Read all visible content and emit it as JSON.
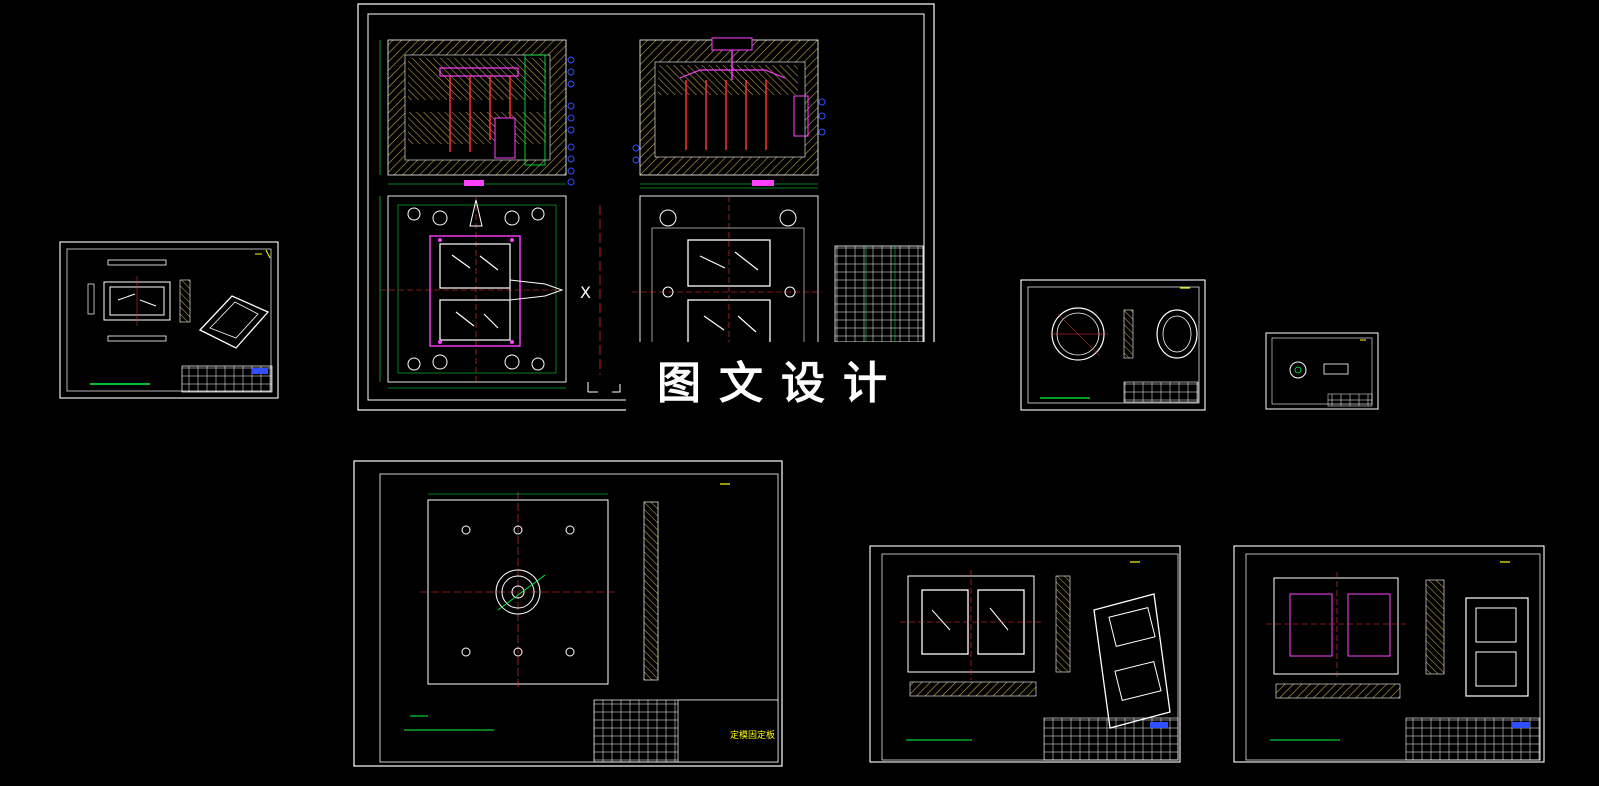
{
  "watermark": "图文设计",
  "colors": {
    "background": "#000000",
    "frame": "#ffffff",
    "hatch": "#c8a44a",
    "green": "#00ff40",
    "cyan": "#00ffff",
    "red": "#ff3030",
    "magenta": "#ff40ff",
    "blue": "#3050ff",
    "yellow": "#ffff00"
  },
  "sheets": [
    {
      "id": "assembly",
      "labels": {
        "x_mark": "X"
      }
    },
    {
      "id": "part-small-left"
    },
    {
      "id": "ring-part"
    },
    {
      "id": "tiny-part"
    },
    {
      "id": "fixed-plate",
      "labels": {
        "title_line_1": "定模固定板"
      }
    },
    {
      "id": "cavity-plate"
    },
    {
      "id": "core-plate"
    }
  ]
}
